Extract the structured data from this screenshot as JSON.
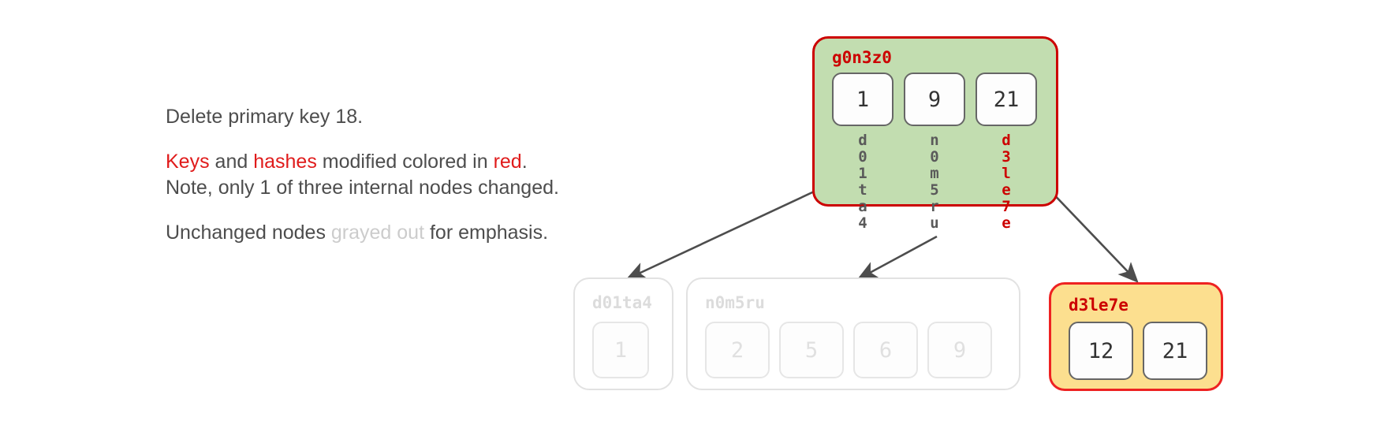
{
  "caption": {
    "line1": "Delete primary key 18.",
    "p2_keys": "Keys",
    "p2_mid1": " and ",
    "p2_hashes": "hashes",
    "p2_mid2": " modified colored in ",
    "p2_red": "red",
    "p2_tail": ". Note, only 1 of three internal nodes changed.",
    "p3_pre": "Unchanged nodes ",
    "p3_gray": "grayed out",
    "p3_post": " for emphasis."
  },
  "colors": {
    "modified_red": "#cc0000",
    "root_fill_green": "#c2ddb0",
    "leaf_fill_yellow": "#fcdf8f",
    "grayed_out": "#e0e0e0",
    "arrow_gray": "#4d4d4d",
    "text_gray": "#4d4d4d"
  },
  "tree": {
    "root": {
      "hash": "g0n3z0",
      "state": "modified",
      "keys": [
        "1",
        "9",
        "21"
      ],
      "child_hashes": [
        {
          "value": "d01ta4",
          "state": "unchanged"
        },
        {
          "value": "n0m5ru",
          "state": "unchanged"
        },
        {
          "value": "d3le7e",
          "state": "modified"
        }
      ]
    },
    "children": [
      {
        "hash": "d01ta4",
        "state": "unchanged",
        "keys": [
          "1"
        ]
      },
      {
        "hash": "n0m5ru",
        "state": "unchanged",
        "keys": [
          "2",
          "5",
          "6",
          "9"
        ]
      },
      {
        "hash": "d3le7e",
        "state": "modified",
        "keys": [
          "12",
          "21"
        ]
      }
    ]
  }
}
